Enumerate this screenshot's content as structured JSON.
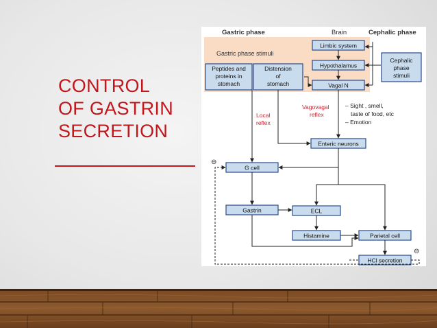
{
  "slide": {
    "title_lines": [
      "CONTROL",
      "OF GASTRIN",
      "SECRETION"
    ]
  },
  "diagram": {
    "headers": {
      "gastric": "Gastric phase",
      "brain": "Brain",
      "cephalic": "Cephalic phase"
    },
    "gastric_stimuli_title": "Gastric phase stimuli",
    "peptides": [
      "Peptides and",
      "proteins in",
      "stomach"
    ],
    "distension": [
      "Distension",
      "of",
      "stomach"
    ],
    "limbic": "Limbic system",
    "hypothalamus": "Hypothalamus",
    "vagal": "Vagal N",
    "cephalic_stimuli": [
      "Cephalic",
      "phase",
      "stimuli"
    ],
    "local_reflex": [
      "Local",
      "reflex"
    ],
    "vagovagal_reflex": [
      "Vagovagal",
      "reflex"
    ],
    "cephalic_list": [
      "– Sight , smell,",
      "taste of food, etc",
      "– Emotion"
    ],
    "enteric": "Enteric neurons",
    "g_cell": "G cell",
    "gastrin": "Gastrin",
    "ecl": "ECL",
    "histamine": "Histamine",
    "parietal": "Parietal cell",
    "hcl": "HCl secretion",
    "inhibit_symbol": "⊖"
  },
  "colors": {
    "title_red": "#c0161c",
    "box_fill": "#c9dcee",
    "box_border": "#28498c",
    "gastric_panel": "#fadbc4",
    "reflex_red": "#d02030"
  }
}
